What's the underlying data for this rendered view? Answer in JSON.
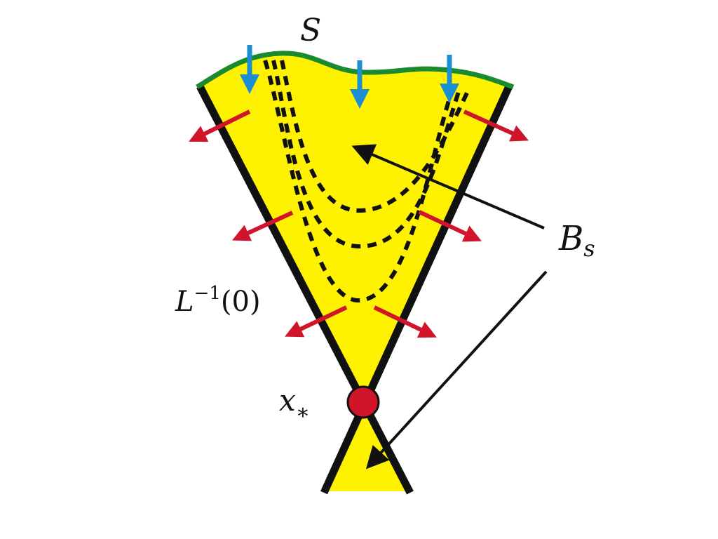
{
  "labels": {
    "surface": "S",
    "basin_main": "B",
    "basin_sub": "s",
    "level_set_main": "L",
    "level_set_sup": "−1",
    "level_set_arg": "(0)",
    "point_main": "x",
    "point_sub": "∗"
  },
  "colors": {
    "fill": "#FFF200",
    "boundary": "#111111",
    "surface_curve": "#1A8A2E",
    "inflow_arrows": "#1B8FD2",
    "outflow_arrows": "#D0152A",
    "point": "#D0152A",
    "level_curves": "#111111"
  },
  "icons": {
    "inflow": "down-arrow",
    "outflow": "outward-arrow",
    "equilibrium": "filled-circle"
  }
}
